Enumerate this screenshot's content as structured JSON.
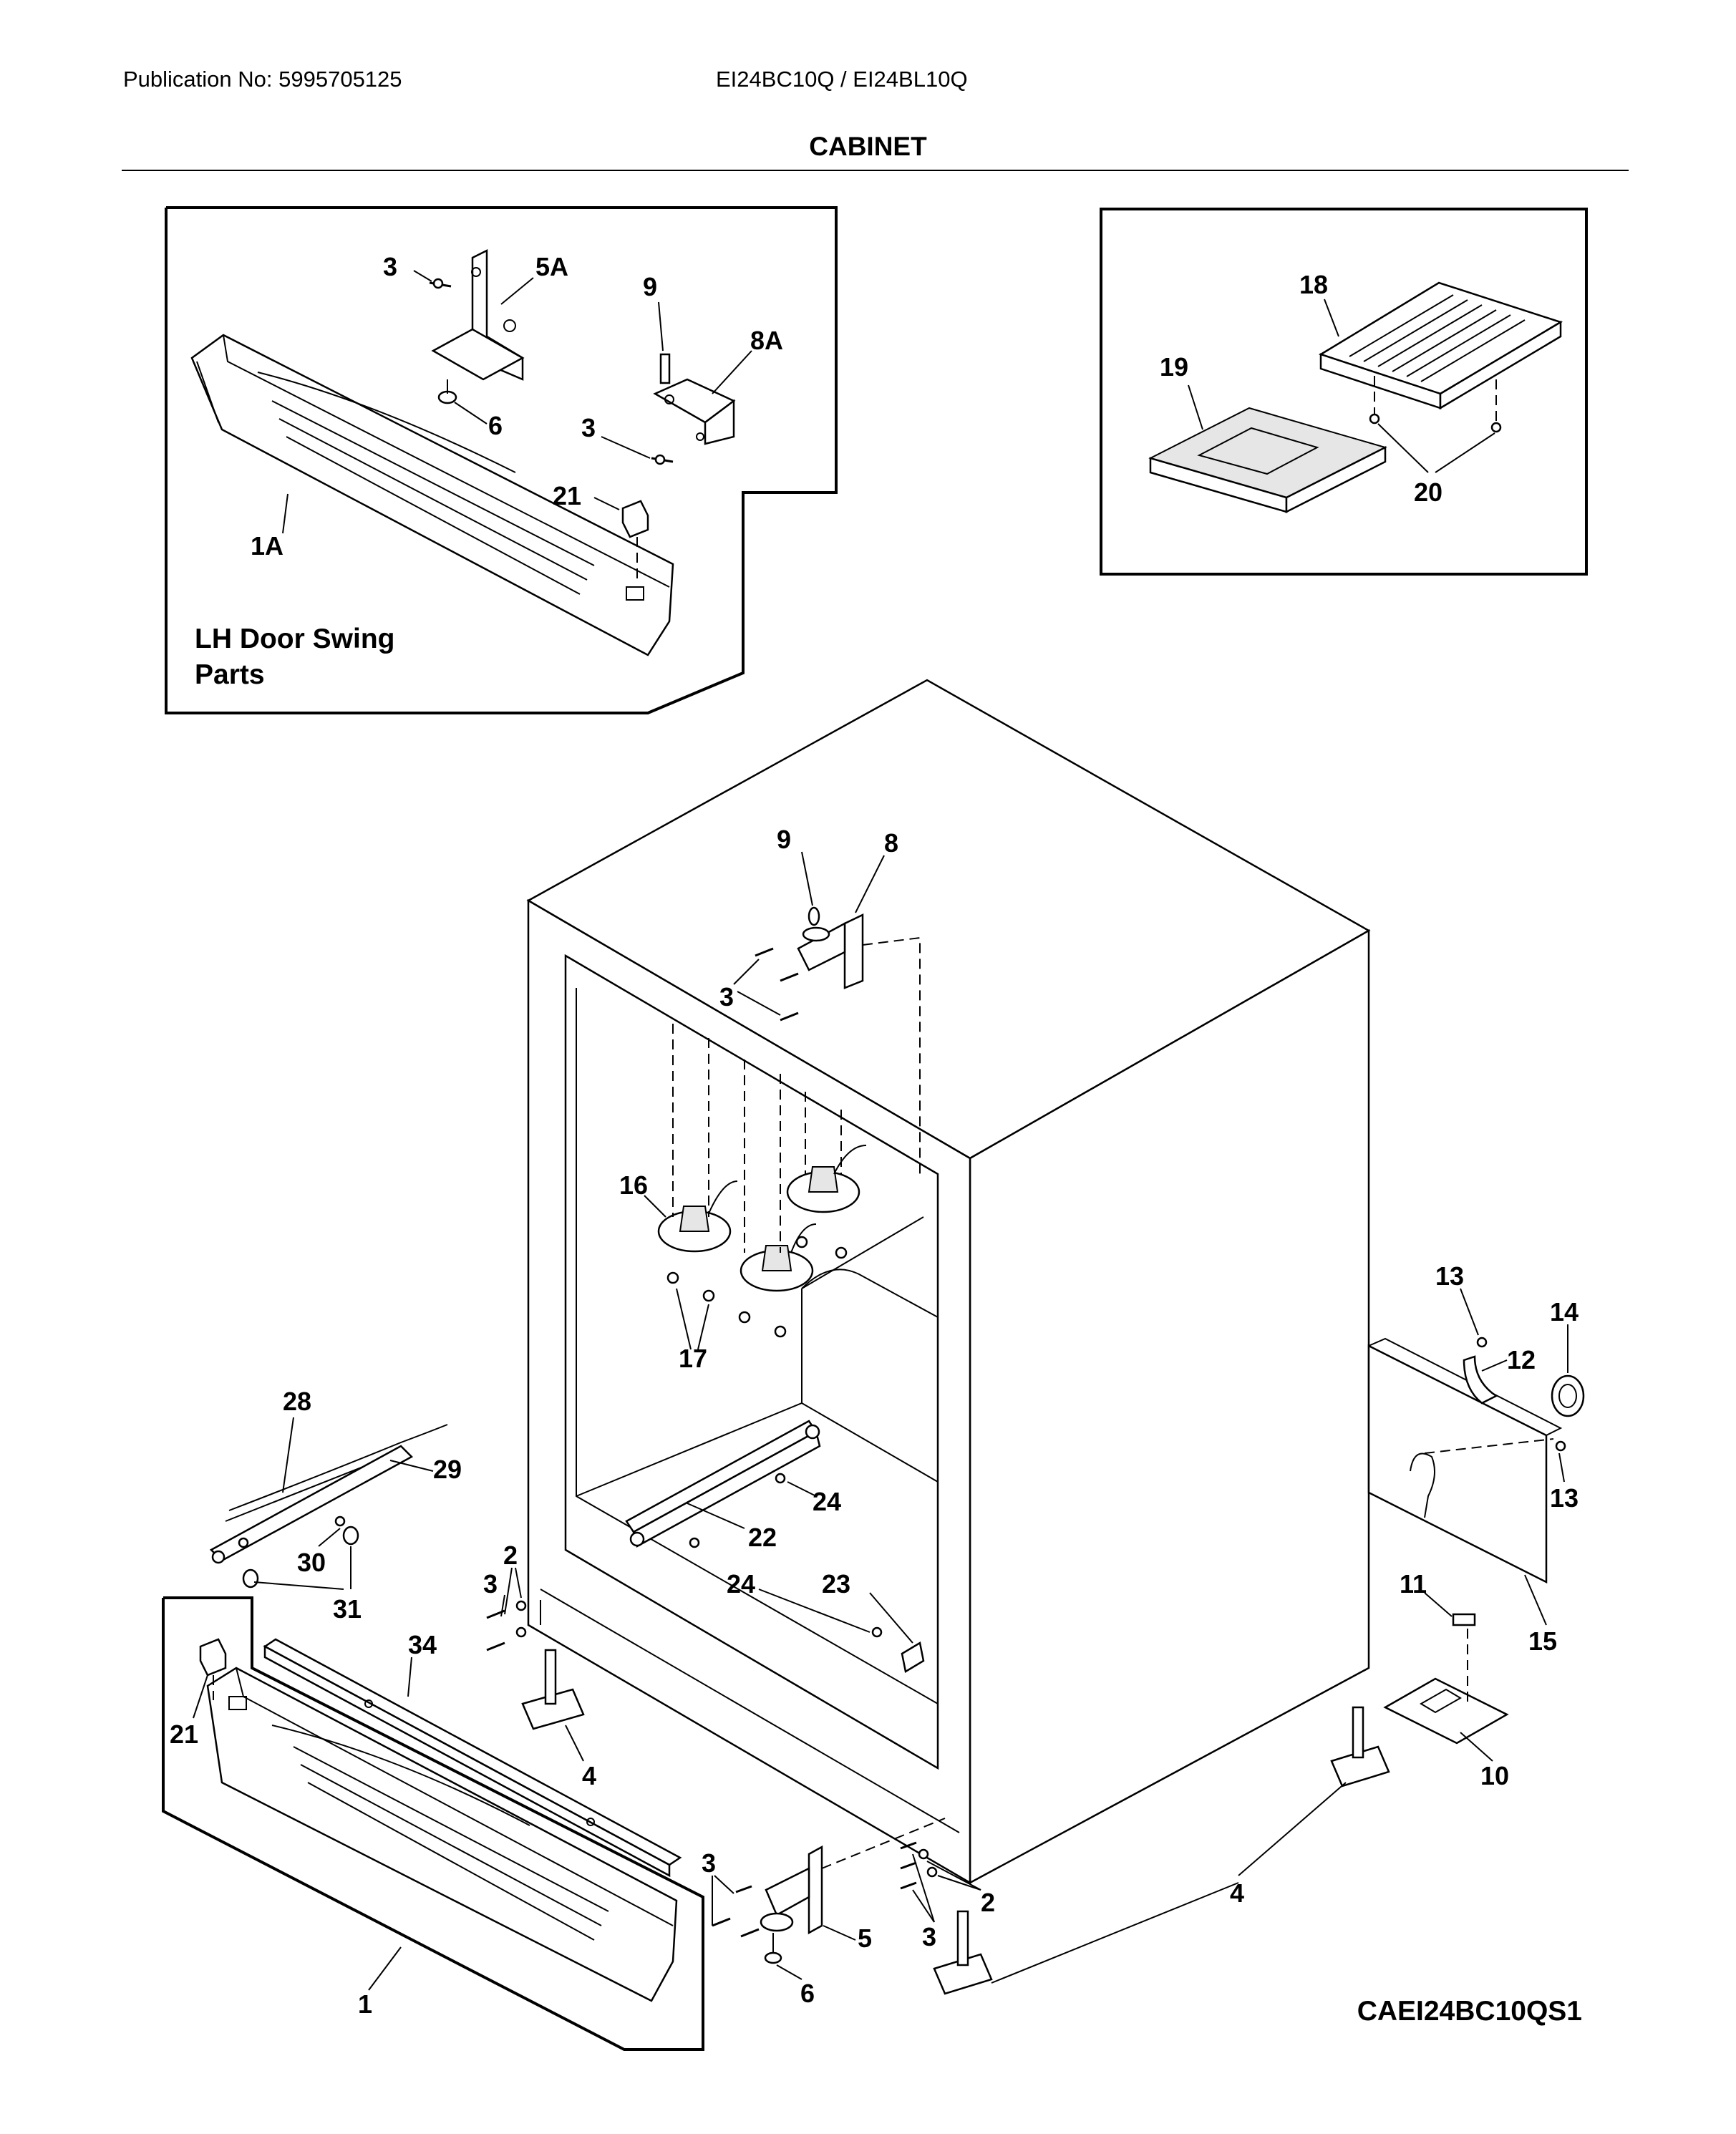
{
  "header": {
    "publication": "Publication No: 5995705125",
    "models": "EI24BC10Q / EI24BL10Q",
    "section_title": "CABINET"
  },
  "insets": {
    "lh_door_swing": "LH Door Swing\nParts"
  },
  "diagram_code": "CAEI24BC10QS1",
  "callouts": [
    {
      "id": "c-3a",
      "text": "3"
    },
    {
      "id": "c-5a",
      "text": "5A"
    },
    {
      "id": "c-9a",
      "text": "9"
    },
    {
      "id": "c-8a",
      "text": "8A"
    },
    {
      "id": "c-6a",
      "text": "6"
    },
    {
      "id": "c-3b",
      "text": "3"
    },
    {
      "id": "c-21a",
      "text": "21"
    },
    {
      "id": "c-1a",
      "text": "1A"
    },
    {
      "id": "c-18",
      "text": "18"
    },
    {
      "id": "c-19",
      "text": "19"
    },
    {
      "id": "c-20",
      "text": "20"
    },
    {
      "id": "c-9",
      "text": "9"
    },
    {
      "id": "c-8",
      "text": "8"
    },
    {
      "id": "c-3c",
      "text": "3"
    },
    {
      "id": "c-16",
      "text": "16"
    },
    {
      "id": "c-17",
      "text": "17"
    },
    {
      "id": "c-13a",
      "text": "13"
    },
    {
      "id": "c-14",
      "text": "14"
    },
    {
      "id": "c-12",
      "text": "12"
    },
    {
      "id": "c-13b",
      "text": "13"
    },
    {
      "id": "c-28",
      "text": "28"
    },
    {
      "id": "c-29",
      "text": "29"
    },
    {
      "id": "c-24a",
      "text": "24"
    },
    {
      "id": "c-22",
      "text": "22"
    },
    {
      "id": "c-2a",
      "text": "2"
    },
    {
      "id": "c-3d",
      "text": "3"
    },
    {
      "id": "c-30",
      "text": "30"
    },
    {
      "id": "c-31",
      "text": "31"
    },
    {
      "id": "c-24b",
      "text": "24"
    },
    {
      "id": "c-23",
      "text": "23"
    },
    {
      "id": "c-11",
      "text": "11"
    },
    {
      "id": "c-15",
      "text": "15"
    },
    {
      "id": "c-34",
      "text": "34"
    },
    {
      "id": "c-21b",
      "text": "21"
    },
    {
      "id": "c-4a",
      "text": "4"
    },
    {
      "id": "c-10",
      "text": "10"
    },
    {
      "id": "c-3e",
      "text": "3"
    },
    {
      "id": "c-2b",
      "text": "2"
    },
    {
      "id": "c-5",
      "text": "5"
    },
    {
      "id": "c-3f",
      "text": "3"
    },
    {
      "id": "c-4b",
      "text": "4"
    },
    {
      "id": "c-1",
      "text": "1"
    },
    {
      "id": "c-6",
      "text": "6"
    }
  ]
}
